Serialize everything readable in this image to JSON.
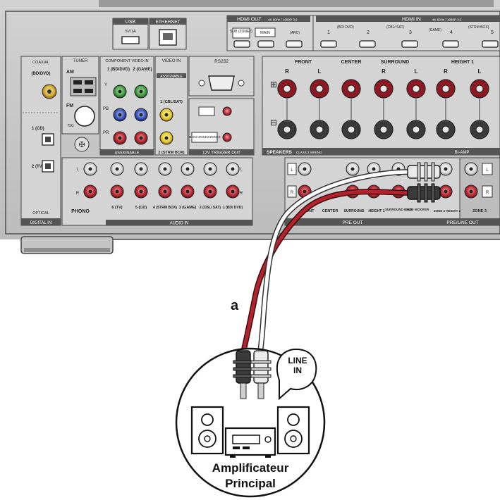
{
  "receiver": {
    "usb": "USB",
    "usb_sub": "5V/1A",
    "ethernet": "ETHERNET",
    "hdmi_out": "HDMI OUT",
    "hdmi_out_sub": "4K 60Hz / 1080P 3:2",
    "hdmi_in": "HDMI IN",
    "hdmi_in_sub": "4K 60Hz / 1080P 3:2",
    "hdmi_out_ports": [
      "SUB (ZONE2)",
      "MAIN",
      "(ARC)"
    ],
    "hdmi_in_ports": [
      "1",
      "2",
      "3",
      "4",
      "5"
    ],
    "hdmi_in_names": [
      "(BD/ DVD)",
      "(CBL/ SAT)",
      "(GAME)",
      "(STRM BOX)"
    ],
    "coaxial": "COAXIAL",
    "coaxial_src": "(BD/DVD)",
    "optical_inputs": [
      "1 (CD)",
      "2 (TV)"
    ],
    "optical": "OPTICAL",
    "digital_in": "DIGITAL IN",
    "tuner": "TUNER",
    "am": "AM",
    "fm": "FM",
    "fm_sub": "75Ω",
    "component": "COMPONENT VIDEO IN",
    "component_inputs": [
      "1 (BD/DVD)",
      "2 (GAME)"
    ],
    "component_letters": [
      "Y",
      "PB",
      "PR"
    ],
    "video_in": "VIDEO IN",
    "video_inputs": [
      "1 (CBL/SAT)",
      "2 (STRM BOX)"
    ],
    "assignable": "ASSIGNABLE",
    "rs232": "RS232",
    "trigger": "12V TRIGGER OUT",
    "trigger_sub": "MAIN/ ZONE2/ZONE3",
    "phono": "PHONO",
    "audio_in": "AUDIO IN",
    "audio_inputs": [
      "6 (TV)",
      "5 (CD)",
      "4 (STRM BOX)",
      "3 (GAME)",
      "2 (CBL/ SAT)",
      "1 (BD/ DVD)"
    ],
    "speakers": "SPEAKERS",
    "speakers_sub": "CLASS 2 WIRING",
    "speaker_groups": [
      "FRONT",
      "CENTER",
      "SURROUND",
      "HEIGHT 1"
    ],
    "bi_amp": "BI-AMP",
    "pre_out": "PRE OUT",
    "pre_out_ports": [
      "FRONT",
      "CENTER",
      "SURROUND",
      "HEIGHT 1",
      "SURROUND BACK",
      "SUB- WOOFER"
    ],
    "zone_labels": [
      "ZONE 2 HEIGHT 2",
      "ZONE 3"
    ],
    "pre_line_out": "PRE/LINE OUT",
    "left": "L",
    "right": "R"
  },
  "cable_label": "a",
  "line_in": "LINE IN",
  "device": "Amplificateur Principal"
}
